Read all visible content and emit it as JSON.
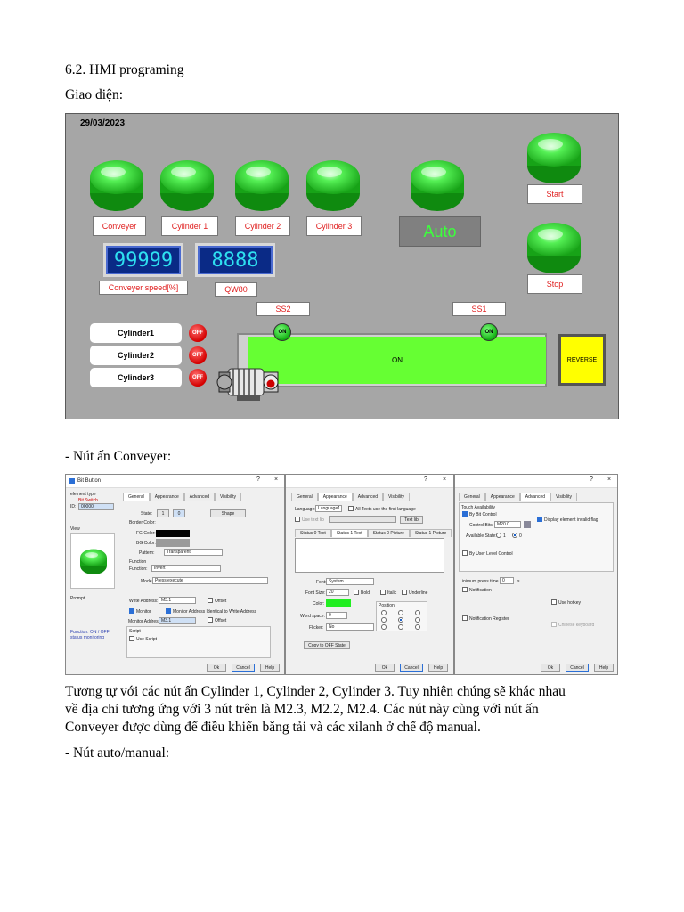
{
  "doc": {
    "section_title": "6.2. HMI programing",
    "interface_label": "Giao diện:",
    "conveyer_heading": "- Nút ấn Conveyer:",
    "paragraph_lines": [
      "Tương tự với các nút ấn Cylinder 1, Cylinder 2, Cylinder 3. Tuy nhiên chúng sẽ khác nhau",
      "về địa chỉ tương ứng với 3 nút trên là M2.3, M2.2, M2.4. Các nút này cùng với nút ấn",
      "Conveyer được dùng để điều khiển băng tải và các xilanh ở chế độ manual."
    ],
    "auto_manual_heading": "- Nút auto/manual:"
  },
  "hmi": {
    "date": "29/03/2023",
    "button_labels": [
      "Conveyer",
      "Cylinder 1",
      "Cylinder 2",
      "Cylinder 3"
    ],
    "mode_display": "Auto",
    "start_label": "Start",
    "stop_label": "Stop",
    "speed_value": "99999",
    "speed_label": "Conveyer speed[%]",
    "qw_value": "8888",
    "qw_label": "QW80",
    "sensor_labels": [
      "SS2",
      "SS1"
    ],
    "sensor_led_text": "ON",
    "cylinder_buttons": [
      "Cylinder1",
      "Cylinder2",
      "Cylinder3"
    ],
    "cylinder_led_text": "OFF",
    "belt_text": "ON",
    "reverse_label": "REVERSE",
    "colors": {
      "panel": "#a6a6a6",
      "belt": "#66ff33",
      "reverse": "#ffff00",
      "lamp": "#3fe03f"
    }
  },
  "dialog1": {
    "title": "Bit Button",
    "help_mark": "?",
    "close_mark": "×",
    "tabs": [
      "General",
      "Appearance",
      "Advanced",
      "Visibility"
    ],
    "element_type_label": "element type",
    "element_type_value": "Bit Switch",
    "id_label": "ID:",
    "id_value": "00000",
    "view_label": "View",
    "prompt_label": "Prompt",
    "function_note": "Function: ON / OFF status monitoring",
    "state_label": "State:",
    "state_values": [
      "1",
      "0"
    ],
    "shape_button": "Shape",
    "border_color": "Border Color:",
    "fg_color": "FG Color:",
    "bg_color": "BG Color:",
    "pattern_label": "Pattern:",
    "pattern_value": "Transparent",
    "function_group": "Function",
    "function_label": "Function:",
    "function_value": "Invert",
    "mode_label": "Mode:",
    "mode_value": "Press execute",
    "write_address_label": "Write Address:",
    "write_address_value": "M3.1",
    "offset_label": "Offset",
    "monitor_label": "Monitor",
    "monitor_identical": "Monitor Address Identical to Write Address",
    "monitor_address_label": "Monitor Address:",
    "monitor_address_value": "M3.1",
    "script_group": "Script",
    "use_script": "Use Script",
    "buttons": [
      "Ok",
      "Cancel",
      "Help"
    ]
  },
  "dialog2": {
    "tabs": [
      "General",
      "Appearance",
      "Advanced",
      "Visibility"
    ],
    "help_mark": "?",
    "close_mark": "×",
    "language_label": "Language:",
    "language_value": "Language1",
    "all_texts": "All Texts use the first language",
    "use_text_lib": "Use text lib",
    "text_lib_button": "Text lib",
    "state_tabs": [
      "Status 0 Text",
      "Status 1 Text",
      "Status 0 Picture",
      "Status 1 Picture"
    ],
    "font_label": "Font:",
    "font_value": "System",
    "font_size_label": "Font Size:",
    "font_size_value": "20",
    "bold": "Bold",
    "italic": "Italic",
    "underline": "Underline",
    "color_label": "Color:",
    "position_label": "Position",
    "word_space_label": "Word space:",
    "word_space_value": "0",
    "flicker_label": "Flicker:",
    "flicker_value": "No",
    "copy_button": "Copy to OFF State",
    "buttons": [
      "Ok",
      "Cancel",
      "Help"
    ]
  },
  "dialog3": {
    "tabs": [
      "General",
      "Appearance",
      "Advanced",
      "Visibility"
    ],
    "help_mark": "?",
    "close_mark": "×",
    "touch_group": "Touch Availability",
    "by_bit_control": "By Bit Control",
    "control_bits_label": "Control Bits:",
    "control_bits_value": "M20.0",
    "display_invalid": "Display element invalid flag",
    "available_state_label": "Available State:",
    "state_1": "1",
    "state_0": "0",
    "by_user_level": "By User Level Control",
    "min_press_label": "inimum press time",
    "min_press_value": "0",
    "min_press_unit": "s",
    "notification": "Notification",
    "use_hotkey": "Use hotkey",
    "notification_register": "Notification Register",
    "chinese_keyboard": "Chinese keyboard",
    "buttons": [
      "Ok",
      "Cancel",
      "Help"
    ]
  }
}
